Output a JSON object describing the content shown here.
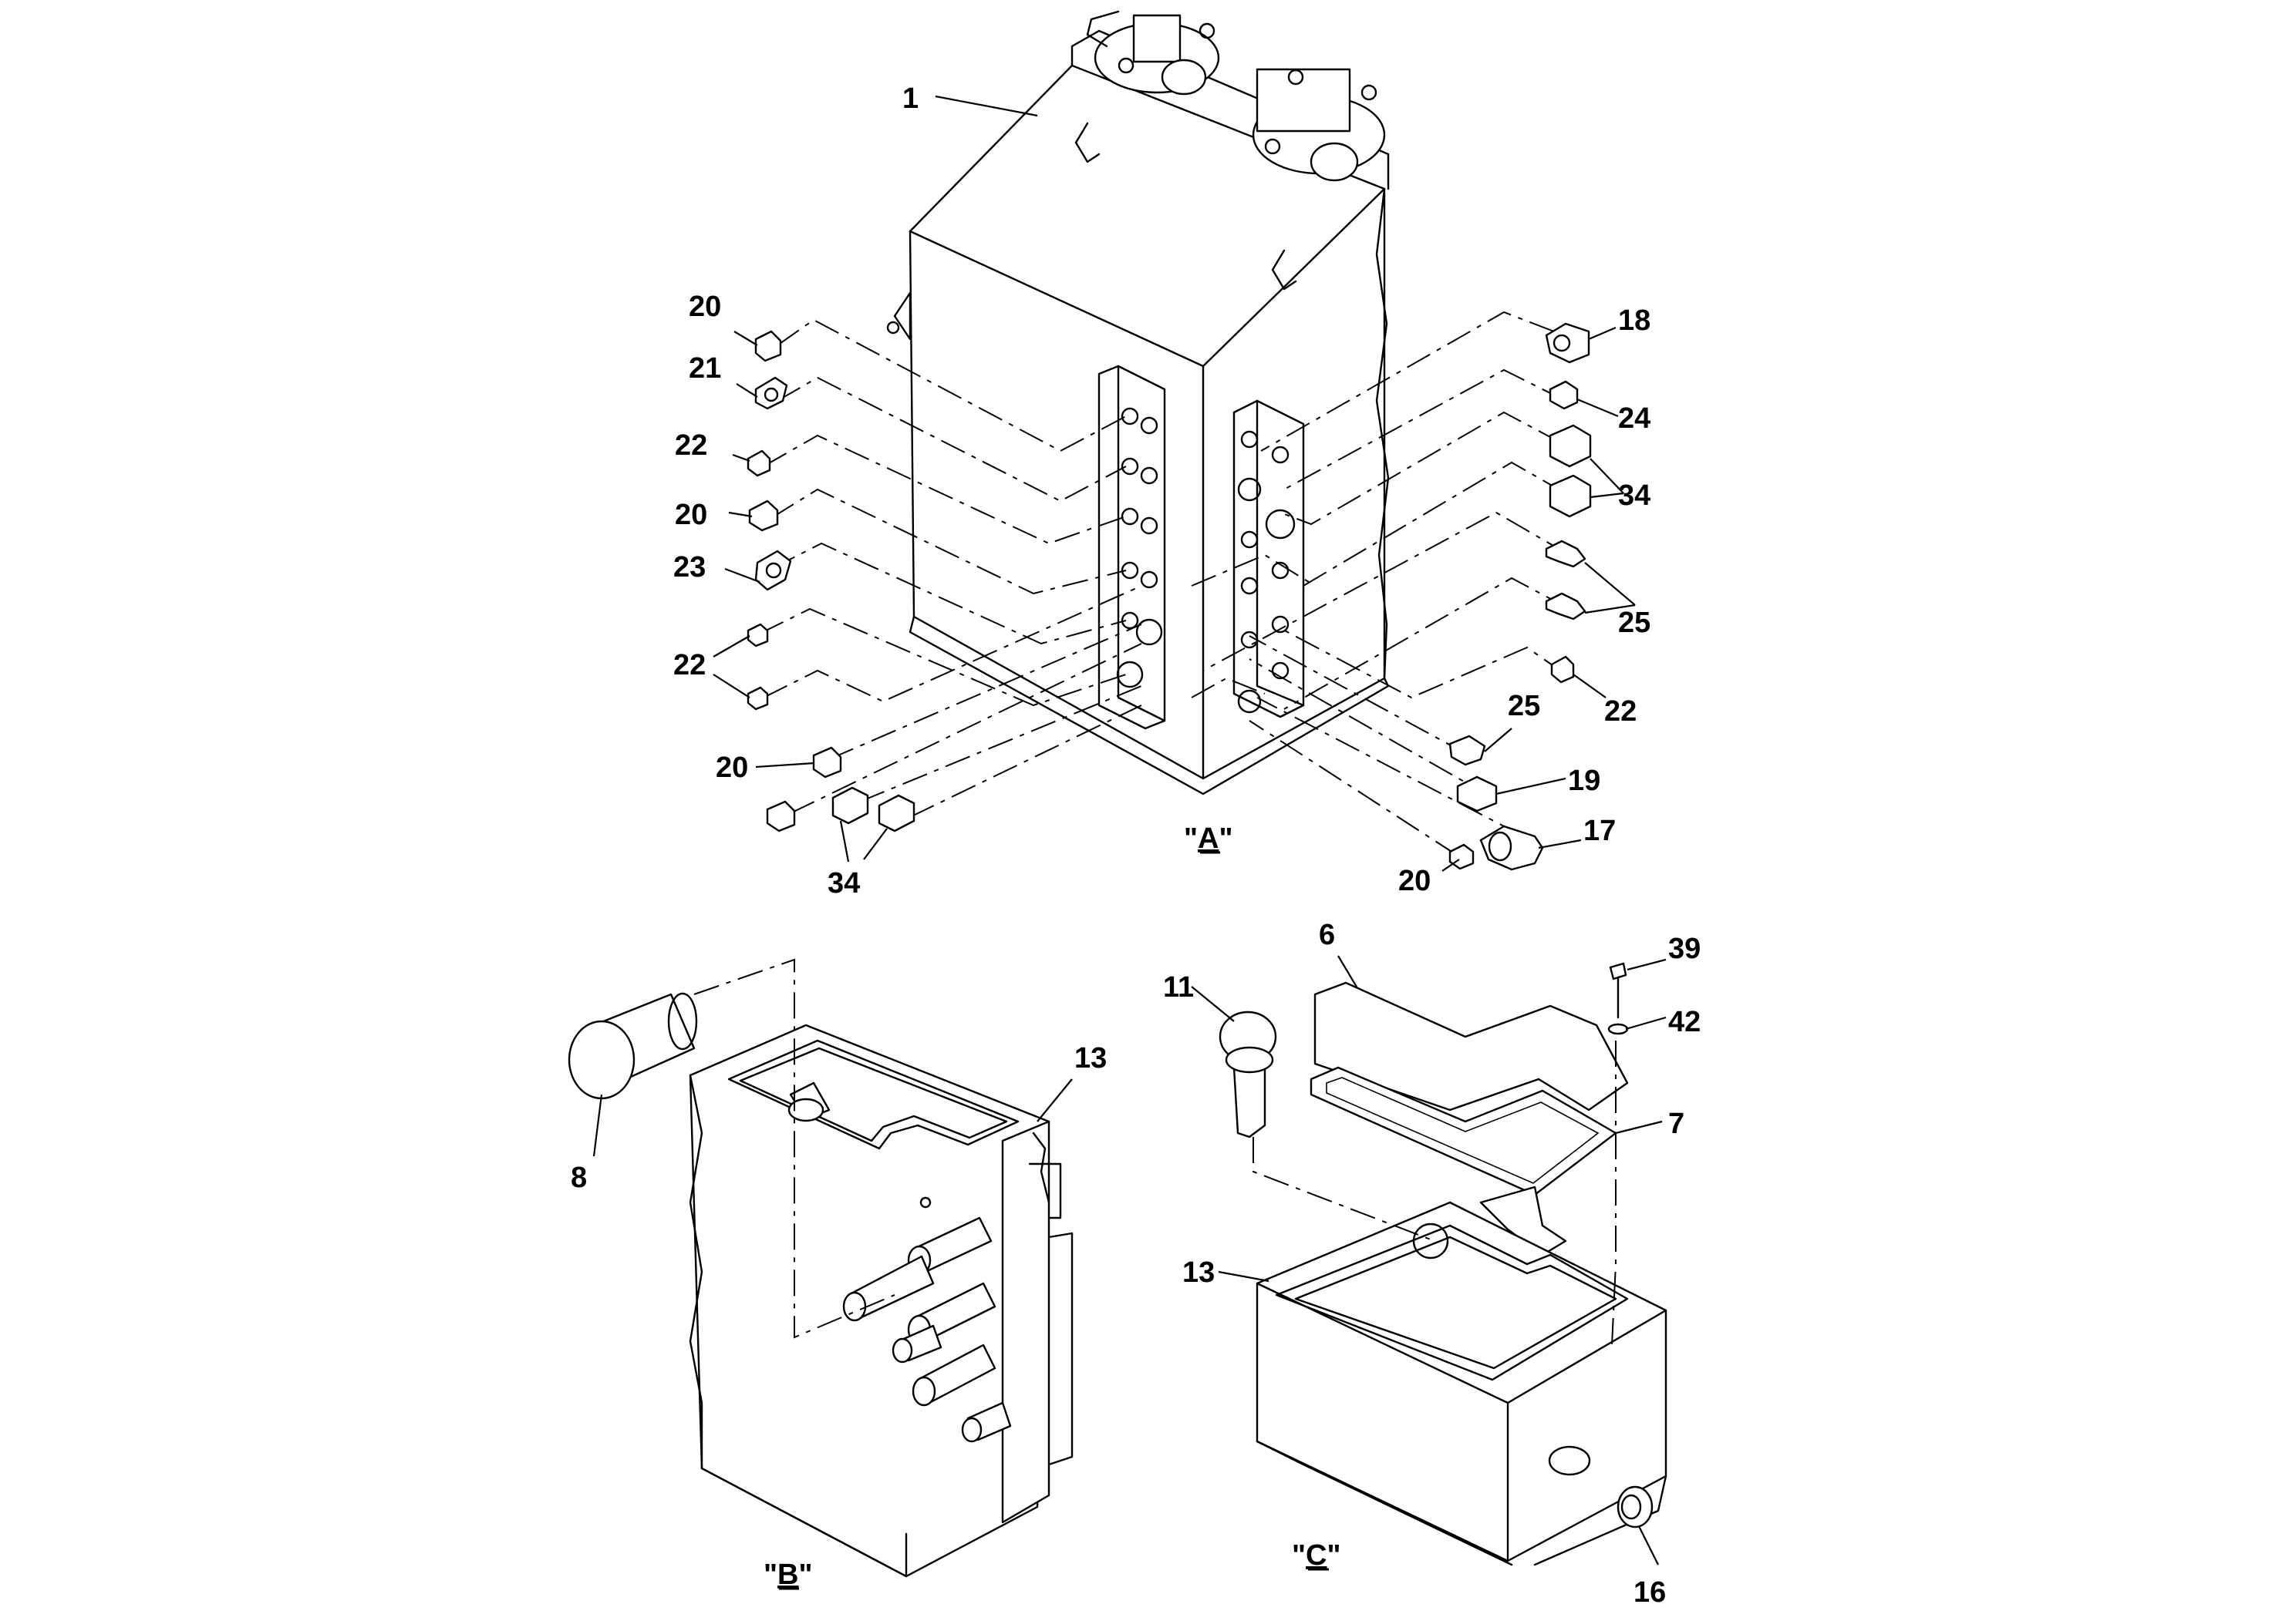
{
  "callouts": {
    "c1": "1",
    "c20a": "20",
    "c21": "21",
    "c22a": "22",
    "c20b": "20",
    "c23": "23",
    "c22b": "22",
    "c20c": "20",
    "c34a": "34",
    "c18": "18",
    "c24": "24",
    "c34b": "34",
    "c25a": "25",
    "c22c": "22",
    "c25b": "25",
    "c19": "19",
    "c17": "17",
    "c20d": "20",
    "c8": "8",
    "c13a": "13",
    "c6": "6",
    "c11": "11",
    "c39": "39",
    "c42": "42",
    "c7": "7",
    "c13b": "13",
    "c16": "16"
  },
  "views": {
    "a": {
      "quote_open": "\"",
      "letter": "A",
      "quote_close": "\""
    },
    "b": {
      "quote_open": "\"",
      "letter": "B",
      "quote_close": "\""
    },
    "c": {
      "quote_open": "\"",
      "letter": "C",
      "quote_close": "\""
    }
  }
}
